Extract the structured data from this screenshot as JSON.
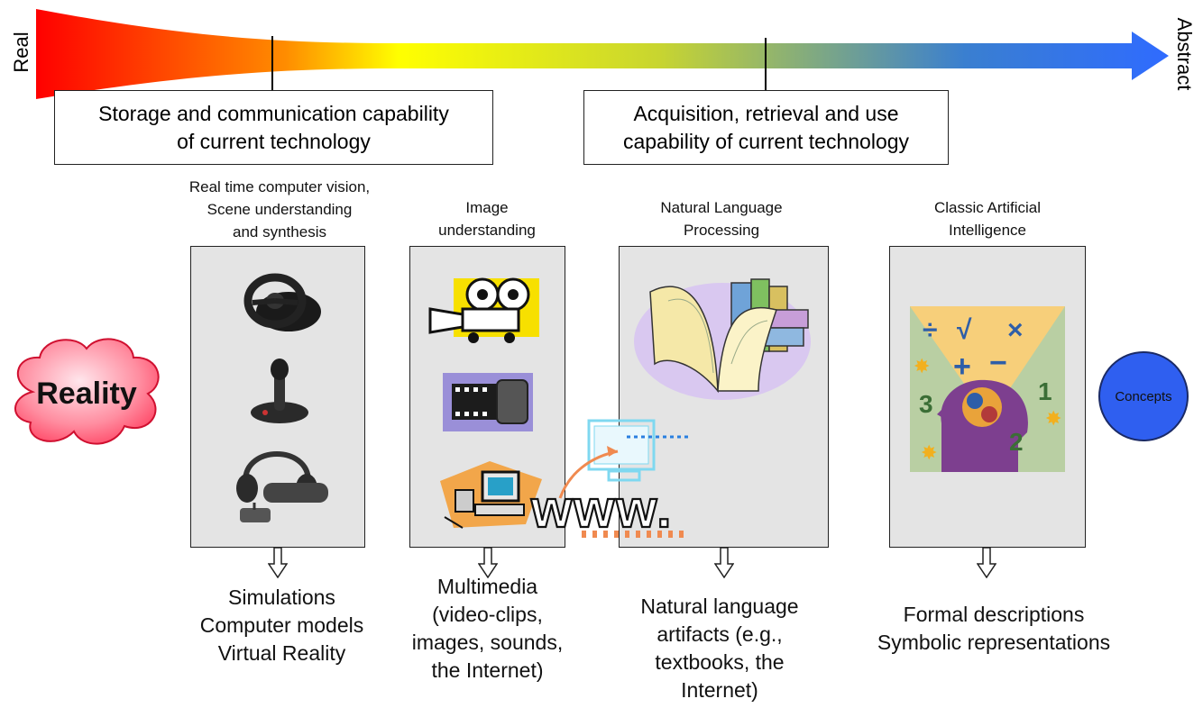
{
  "scale": {
    "left_label": "Real",
    "right_label": "Abstract",
    "gradient_colors": [
      "#ff0000",
      "#ff8c00",
      "#ffff00",
      "#c8d530",
      "#3a7fd0",
      "#2f6bff"
    ]
  },
  "capabilities": [
    {
      "line1": "Storage and communication capability",
      "line2": "of current technology"
    },
    {
      "line1": "Acquisition, retrieval and use",
      "line2": "capability of current technology"
    }
  ],
  "reality_label": "Reality",
  "concepts_label": "Concepts",
  "categories": [
    {
      "title_lines": [
        "Real time computer vision,",
        "Scene understanding",
        "and synthesis"
      ],
      "icons": [
        "steering-wheel-icon",
        "joystick-icon",
        "vr-headset-icon"
      ],
      "output_lines": [
        "Simulations",
        "Computer models",
        "Virtual Reality"
      ]
    },
    {
      "title_lines": [
        "Image",
        "understanding"
      ],
      "icons": [
        "movie-camera-icon",
        "film-reel-icon",
        "computer-desk-icon"
      ],
      "output_lines": [
        "Multimedia",
        "(video-clips,",
        "images, sounds,",
        "the Internet)"
      ]
    },
    {
      "title_lines": [
        "Natural Language",
        "Processing"
      ],
      "icons": [
        "books-icon"
      ],
      "output_lines": [
        "Natural language",
        "artifacts (e.g.,",
        "textbooks, the",
        "Internet)"
      ]
    },
    {
      "title_lines": [
        "Classic Artificial",
        "Intelligence"
      ],
      "icons": [
        "math-head-icon"
      ],
      "output_lines": [
        "Formal descriptions",
        "Symbolic representations"
      ]
    }
  ],
  "www_graphic": {
    "text": "www.",
    "icons": [
      "computer-monitor-icon"
    ]
  },
  "math_symbols": [
    "÷",
    "√",
    "×",
    "+",
    "−",
    "1",
    "2",
    "3"
  ],
  "colors": {
    "panel_fill": "#e4e4e4",
    "concepts_fill": "#2f5ff0",
    "cloud_fill": "#ff3b5c"
  }
}
